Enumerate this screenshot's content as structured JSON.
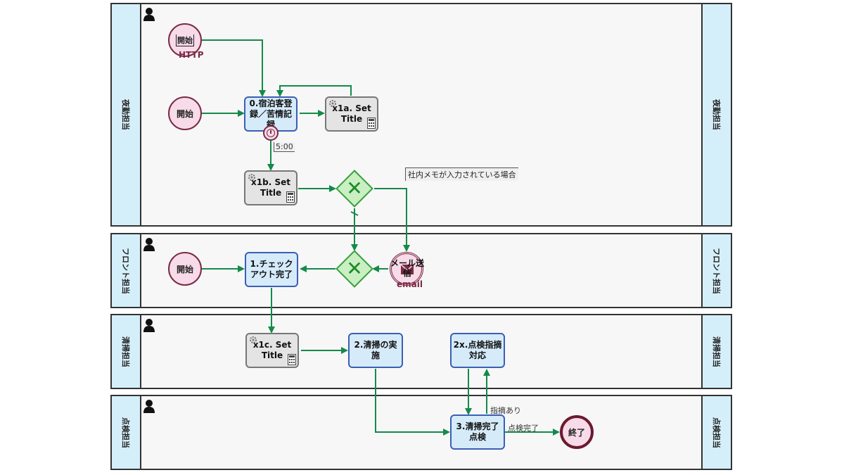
{
  "lanes": [
    {
      "label": "夜勤担当"
    },
    {
      "label": "フロント担当"
    },
    {
      "label": "清掃担当"
    },
    {
      "label": "点検担当"
    }
  ],
  "events": {
    "start_http": "開始",
    "start_http_sub": "HTTP",
    "start_night": "開始",
    "start_front": "開始",
    "mail_send": "メール送信",
    "mail_sub": "email",
    "end": "終了"
  },
  "tasks": {
    "t0": "0.宿泊客登録／苦情記録",
    "x1a": "x1a. Set Title",
    "x1b": "x1b. Set Title",
    "t1": "1.チェックアウト完了",
    "x1c": "x1c. Set Title",
    "t2": "2.清掃の実施",
    "t2x": "2x.点検指摘対応",
    "t3": "3.清掃完了点検"
  },
  "labels": {
    "timer": "5:00",
    "memo_condition": "社内メモが入力されている場合",
    "flow_issue": "指摘あり",
    "flow_done": "点検完了"
  },
  "colors": {
    "lane_header": "#d5effa",
    "task_fill": "#d6ebfa",
    "task_border": "#3a5fb5",
    "gray_task_fill": "#e4e4e4",
    "event_fill": "#f8dbe8",
    "event_border": "#7a2a45",
    "flow": "#148a4a",
    "gateway_fill": "#c9efc3"
  },
  "icons": [
    "person-icon",
    "gear-icon",
    "calculator-icon",
    "timer-icon",
    "envelope-icon",
    "gateway-x-icon"
  ]
}
